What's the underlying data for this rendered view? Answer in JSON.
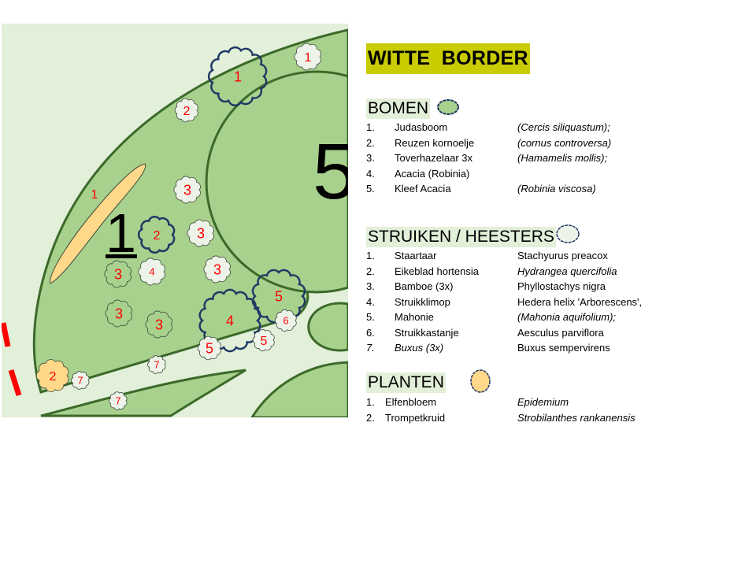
{
  "title": "WITTE  BORDER",
  "map": {
    "bed_labels": [
      "1",
      "5"
    ],
    "markers": [
      "1",
      "1",
      "2",
      "1",
      "3",
      "2",
      "3",
      "4",
      "3",
      "3",
      "3",
      "3",
      "4",
      "5",
      "6",
      "5",
      "5",
      "7",
      "2",
      "7",
      "7"
    ]
  },
  "sections": [
    {
      "heading": "BOMEN",
      "items": [
        {
          "num": "1.",
          "name": "Judasboom",
          "latin": "(Cercis siliquastum);"
        },
        {
          "num": "2.",
          "name": "Reuzen kornoelje",
          "latin": "(cornus controversa)"
        },
        {
          "num": "3.",
          "name": "Toverhazelaar 3x",
          "latin": "(Hamamelis mollis);"
        },
        {
          "num": "4.",
          "name": "Acacia  (Robinia)",
          "latin": ""
        },
        {
          "num": "5.",
          "name": "Kleef Acacia",
          "latin": "(Robinia viscosa)"
        }
      ]
    },
    {
      "heading": "STRUIKEN / HEESTERS",
      "items": [
        {
          "num": "1.",
          "name": "Staartaar",
          "latin": "Stachyurus preacox"
        },
        {
          "num": "2.",
          "name": "Eikeblad hortensia",
          "latin": " Hydrangea quercifolia"
        },
        {
          "num": "3.",
          "name": "Bamboe (3x)",
          "latin": "Phyllostachys nigra"
        },
        {
          "num": "4.",
          "name": "Struikklimop",
          "latin": "Hedera helix 'Arborescens',"
        },
        {
          "num": "5.",
          "name": "Mahonie",
          "latin": "(Mahonia aquifolium);"
        },
        {
          "num": "6.",
          "name": "Struikkastanje",
          "latin": "Aesculus parviflora"
        },
        {
          "num": "7.",
          "name": "Buxus (3x)",
          "latin": " Buxus sempervirens"
        }
      ]
    },
    {
      "heading": "PLANTEN",
      "items": [
        {
          "num": "1.",
          "name": "Elfenbloem",
          "latin": "Epidemium"
        },
        {
          "num": "2.",
          "name": "Trompetkruid",
          "latin": "Strobilanthes rankanensis"
        }
      ]
    }
  ],
  "colors": {
    "bed": "#a9d18e",
    "ground": "#e2efd9",
    "outline": "#3b6a2a",
    "tree": "#1f3864",
    "shrub": "#eef3ea",
    "plant": "#ffd88a",
    "label": "#ff0000",
    "title_bg": "#c9cc00"
  }
}
